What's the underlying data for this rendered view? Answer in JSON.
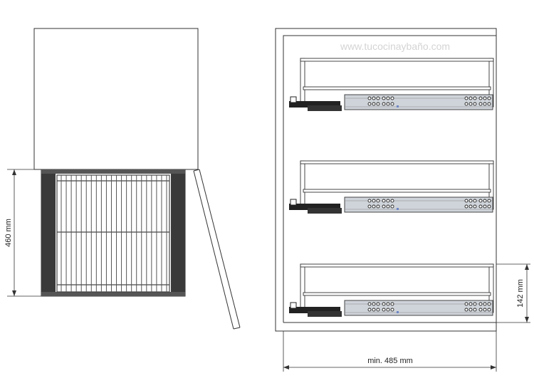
{
  "watermark": "www.tucocinaybaño.com",
  "dimensions": {
    "depth_label": "460 mm",
    "height_label": "142 mm",
    "width_label": "min. 485 mm"
  },
  "colors": {
    "line": "#333333",
    "wire": "#555555",
    "frame_dark": "#3a3a3a",
    "rail": "#cfd4da",
    "rail_dark": "#222222",
    "accent_dot": "#6f86c4"
  },
  "views": {
    "top_view_drawers": 1,
    "front_view_baskets": 3
  }
}
